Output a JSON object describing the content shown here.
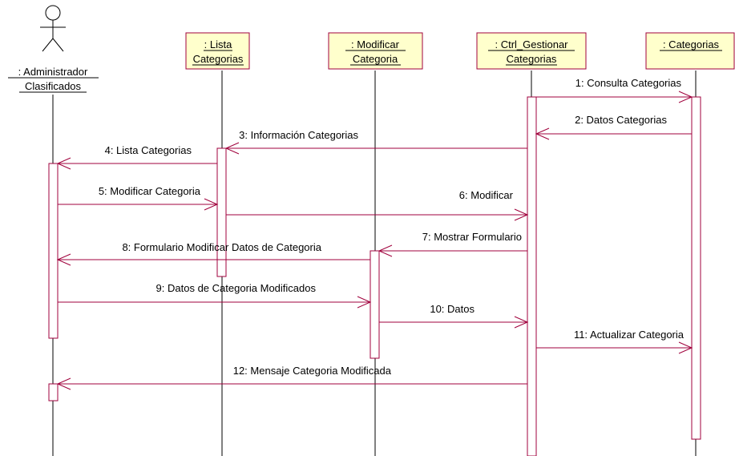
{
  "actor": {
    "lines": [
      ": Administrador",
      "Clasificados"
    ],
    "icon": "stick-figure-actor-icon"
  },
  "objects": [
    {
      "id": "lista",
      "lines": [
        ": Lista",
        "Categorias"
      ]
    },
    {
      "id": "modificar",
      "lines": [
        ": Modificar",
        "Categoria"
      ]
    },
    {
      "id": "ctrl",
      "lines": [
        ": Ctrl_Gestionar",
        "Categorias"
      ]
    },
    {
      "id": "categorias",
      "lines": [
        ": Categorias"
      ]
    }
  ],
  "messages": [
    {
      "label": "1: Consulta Categorias"
    },
    {
      "label": "2: Datos Categorias"
    },
    {
      "label": "3: Información Categorias"
    },
    {
      "label": "4: Lista Categorias"
    },
    {
      "label": "5: Modificar Categoria"
    },
    {
      "label": "6: Modificar"
    },
    {
      "label": "7: Mostrar Formulario"
    },
    {
      "label": "8: Formulario Modificar Datos de Categoria"
    },
    {
      "label": "9: Datos de Categoria Modificados"
    },
    {
      "label": "10: Datos"
    },
    {
      "label": "11: Actualizar Categoria"
    },
    {
      "label": "12: Mensaje Categoria Modificada"
    }
  ],
  "colors": {
    "object_fill": "#ffffcc",
    "border_accent": "#a0003c",
    "lifeline": "#000000"
  }
}
